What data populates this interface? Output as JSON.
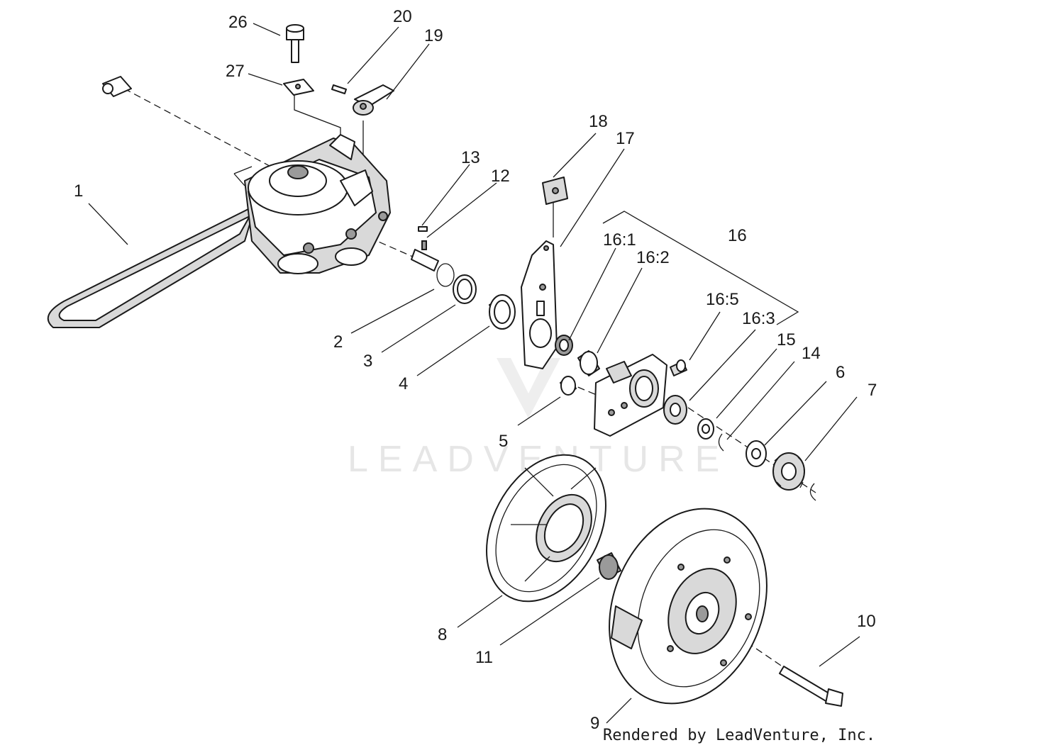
{
  "callouts": {
    "c1": "1",
    "c2": "2",
    "c3": "3",
    "c4": "4",
    "c5": "5",
    "c6": "6",
    "c7": "7",
    "c8": "8",
    "c9": "9",
    "c10": "10",
    "c11": "11",
    "c12": "12",
    "c13": "13",
    "c14": "14",
    "c15": "15",
    "c16": "16",
    "c16_1": "16:1",
    "c16_2": "16:2",
    "c16_3": "16:3",
    "c16_5": "16:5",
    "c17": "17",
    "c18": "18",
    "c19": "19",
    "c20": "20",
    "c26": "26",
    "c27": "27"
  },
  "watermark": "LEADVENTURE",
  "credit": "Rendered by LeadVenture, Inc.",
  "colors": {
    "ink": "#1a1a1a",
    "shade": "#d9d9d9",
    "watermark": "#e6e6e6"
  }
}
